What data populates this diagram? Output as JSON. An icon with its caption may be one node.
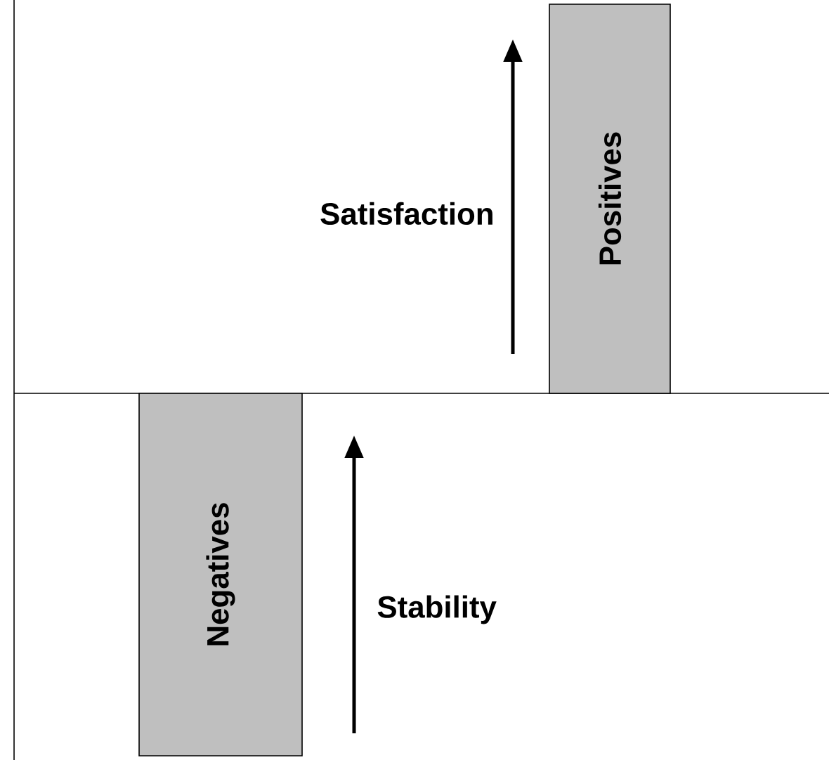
{
  "diagram": {
    "nodes": [
      {
        "text": [
          "Positives"
        ]
      },
      {
        "text": [
          "Negatives"
        ]
      }
    ],
    "labels": [
      "Satisfaction",
      "Stability"
    ]
  }
}
